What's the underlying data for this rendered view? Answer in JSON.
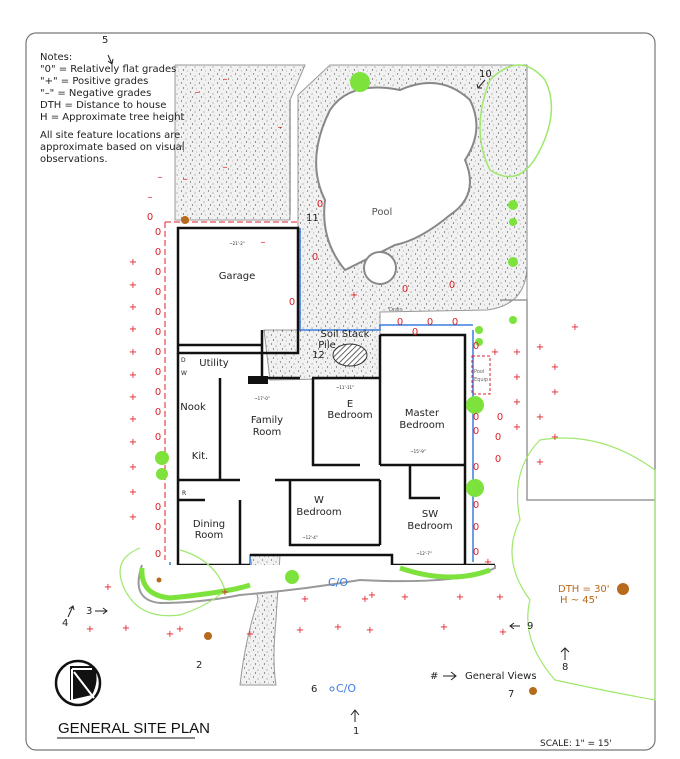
{
  "notes": {
    "heading": "Notes:",
    "lines": [
      "\"0\" = Relatively flat grades",
      "\"+\" = Positive grades",
      "\"–\" = Negative grades",
      "DTH = Distance to house",
      "H = Approximate tree height"
    ],
    "disclaimer": [
      "All site feature locations are",
      "approximate based on visual",
      "observations."
    ]
  },
  "rooms": {
    "garage": "Garage",
    "utility": "Utility",
    "nook": "Nook",
    "family_room": [
      "Family",
      "Room"
    ],
    "e_bedroom": [
      "E",
      "Bedroom"
    ],
    "master_bedroom": [
      "Master",
      "Bedroom"
    ],
    "kitchen": "Kit.",
    "w_bedroom": [
      "W",
      "Bedroom"
    ],
    "sw_bedroom": [
      "SW",
      "Bedroom"
    ],
    "dining_room": [
      "Dining",
      "Room"
    ],
    "pool": "Pool",
    "soil_stack_pile": [
      "Soil Stack",
      "Pile"
    ],
    "drain": "Drain",
    "pool_equip": [
      "Pool",
      "Equip"
    ],
    "appliance_d": "D",
    "appliance_w": "W",
    "appliance_r": "R"
  },
  "dimensions": {
    "garage_w": "~21'-2\"",
    "family_w": "~17'-0\"",
    "e_bed_w": "~11'-11\"",
    "master_w": "~15'-9\"",
    "w_bed_w": "~12'-4\"",
    "sw_bed_w": "~12'-7\""
  },
  "views": {
    "v1": "1",
    "v2": "2",
    "v3": "3",
    "v4": "4",
    "v5": "5",
    "v6": "6",
    "v7": "7",
    "v8": "8",
    "v9": "9",
    "v10": "10",
    "v11": "11",
    "v12": "12"
  },
  "cleanouts": [
    "C/O",
    "C/O"
  ],
  "tree_note": {
    "dth": "DTH = 30'",
    "h": "H ~ 45'"
  },
  "legend": {
    "symbol": "#",
    "label": "General Views"
  },
  "title": "GENERAL SITE PLAN",
  "scale": "SCALE: 1\" = 15'",
  "grade_marks": [
    "+",
    "+",
    "+",
    "+",
    "+",
    "+",
    "+",
    "+",
    "+",
    "+",
    "+",
    "+",
    "0",
    "0",
    "0",
    "0",
    "0",
    "0",
    "0",
    "0",
    "0",
    "0",
    "0",
    "0",
    "0",
    "0",
    "0",
    "0",
    "0",
    "0",
    "0",
    "0",
    "0",
    "0",
    "0",
    "0",
    "0",
    "0",
    "0",
    "0",
    "+",
    "+",
    "+",
    "+",
    "+",
    "+",
    "+",
    "+",
    "+",
    "+",
    "+",
    "+",
    "+",
    "+",
    "+",
    "+",
    "+",
    "+",
    "+",
    "+",
    "+",
    "+",
    "+",
    "+",
    "+",
    "+",
    "+",
    "+",
    "+",
    "+",
    "+",
    "0",
    "0",
    "0",
    "0",
    "0",
    "+",
    "0",
    "–",
    "–",
    "–",
    "–",
    "–",
    "–",
    "–",
    "–"
  ],
  "colors": {
    "grade": "#e0222a",
    "utility_line": "#3b7fe0",
    "vegetation": "#7ee23c",
    "tree": "#b86a1c",
    "property_line": "#e0222a"
  }
}
